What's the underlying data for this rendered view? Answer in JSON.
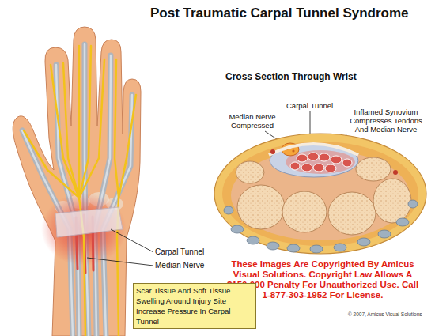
{
  "diagram": {
    "title": "Post Traumatic Carpal Tunnel Syndrome",
    "nodes": [
      {
        "text": [
          "Scar Tissue And Soft Tissue Swelling Around Injury Site Increase Pressure In Carpal Tunnel"
        ]
      }
    ],
    "labels": [
      "Cross Section Through Wrist",
      "Median Nerve Compressed",
      "Carpal Tunnel",
      "Inflamed Synovium Compresses Tendons And Median Nerve",
      "Carpal Tunnel",
      "Median Nerve",
      "These Images Are Copyrighted By Amicus Visual Solutions. Copyright Law Allows A $150,000 Penalty For Unauthorized Use. Call 1-877-303-1952 For License.",
      "© 2007, Amicus Visual Solutions"
    ]
  }
}
